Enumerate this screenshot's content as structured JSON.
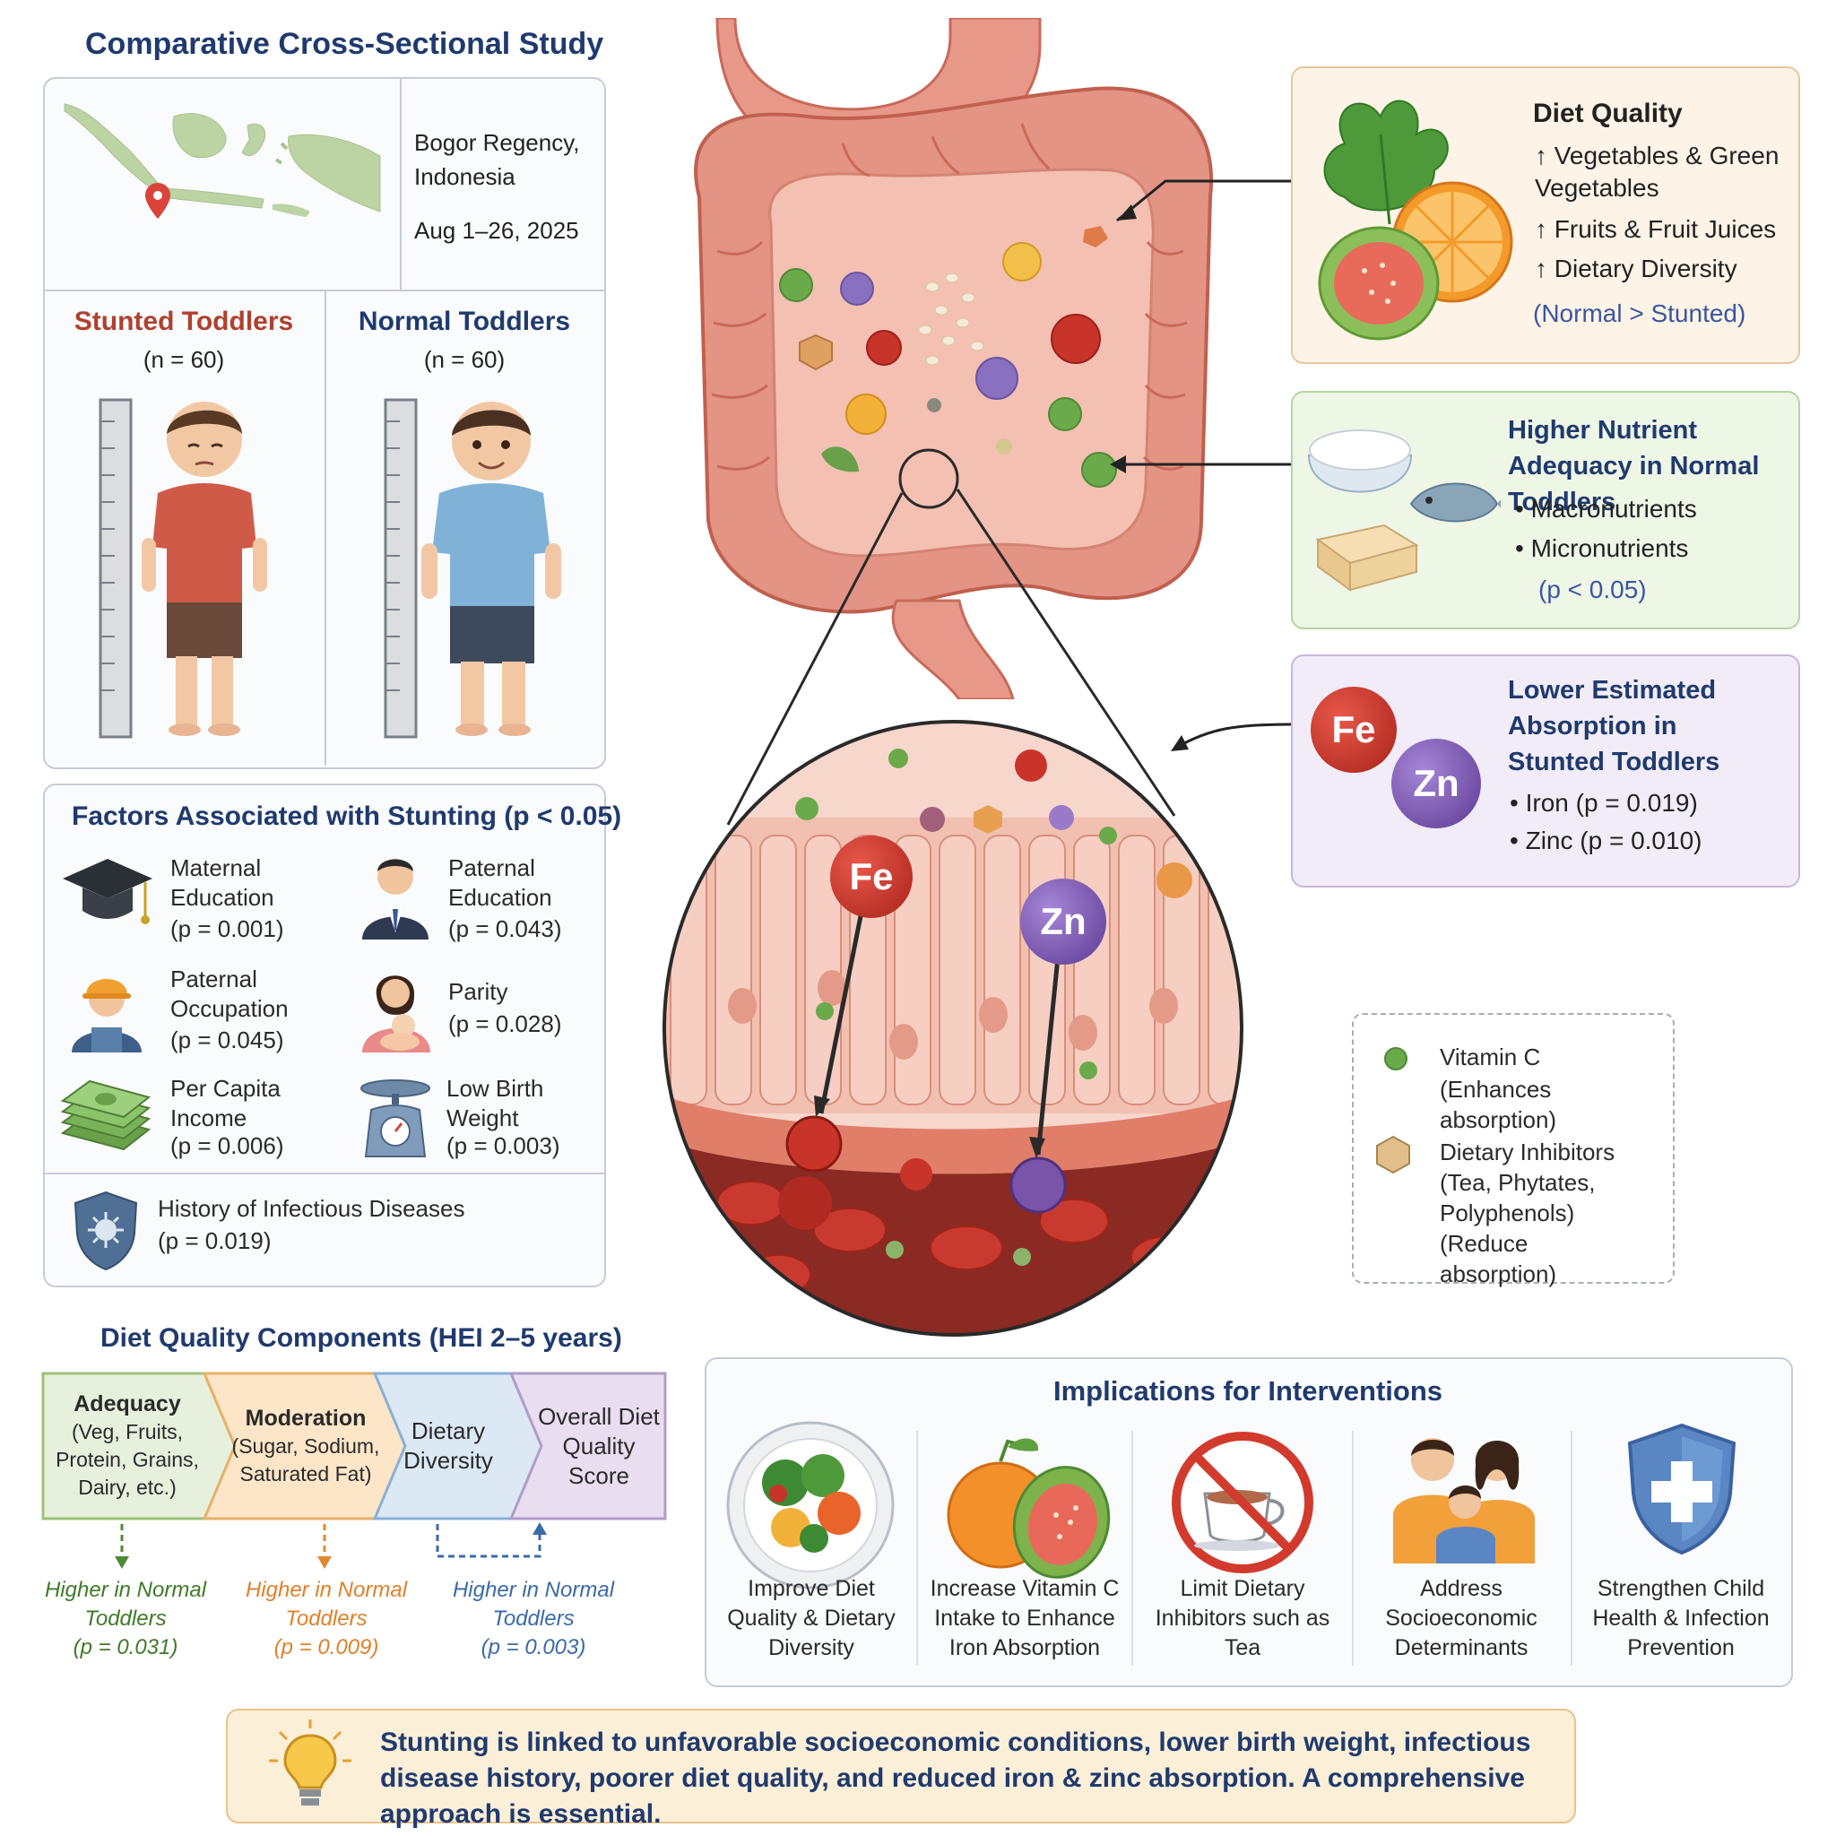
{
  "study": {
    "title": "Comparative Cross-Sectional Study",
    "location": "Bogor Regency, Indonesia",
    "dates": "Aug 1–26, 2025",
    "stunted_label": "Stunted Toddlers",
    "stunted_n": "(n = 60)",
    "normal_label": "Normal Toddlers",
    "normal_n": "(n = 60)"
  },
  "factors": {
    "title": "Factors Associated with Stunting (p < 0.05)",
    "items": [
      {
        "name": "Maternal Education",
        "p": "(p = 0.001)",
        "icon": "graduation-cap-icon"
      },
      {
        "name": "Paternal Education",
        "p": "(p = 0.043)",
        "icon": "man-suit-icon"
      },
      {
        "name": "Paternal Occupation",
        "p": "(p = 0.045)",
        "icon": "worker-icon"
      },
      {
        "name": "Parity",
        "p": "(p = 0.028)",
        "icon": "mother-baby-icon"
      },
      {
        "name": "Per Capita Income",
        "p": "(p = 0.006)",
        "icon": "money-icon"
      },
      {
        "name": "Low Birth Weight",
        "p": "(p = 0.003)",
        "icon": "scale-icon"
      },
      {
        "name": "History of Infectious Diseases",
        "p": "(p = 0.019)",
        "icon": "virus-shield-icon"
      }
    ]
  },
  "diet_quality_box": {
    "title": "Diet Quality",
    "items": [
      "↑ Vegetables & Green Vegetables",
      "↑ Fruits & Fruit Juices",
      "↑ Dietary Diversity"
    ],
    "note": "(Normal > Stunted)"
  },
  "nutrient_box": {
    "title": "Higher Nutrient Adequacy in Normal Toddlers",
    "items": [
      "Macronutrients",
      "Micronutrients"
    ],
    "note": "(p < 0.05)"
  },
  "absorption_box": {
    "title": "Lower Estimated Absorption in Stunted Toddlers",
    "items": [
      "Iron (p = 0.019)",
      "Zinc (p = 0.010)"
    ],
    "fe": "Fe",
    "zn": "Zn"
  },
  "legend": {
    "vitc_title": "Vitamin C",
    "vitc_desc": "(Enhances absorption)",
    "inhib_title": "Dietary Inhibitors",
    "inhib_desc": "(Tea, Phytates, Polyphenols) (Reduce absorption)"
  },
  "hei": {
    "title": "Diet Quality Components (HEI 2–5 years)",
    "components": [
      {
        "label": "Adequacy",
        "sub": "(Veg, Fruits, Protein, Grains, Dairy, etc.)"
      },
      {
        "label": "Moderation",
        "sub": "(Sugar, Sodium, Saturated Fat)"
      },
      {
        "label": "Dietary Diversity",
        "sub": ""
      },
      {
        "label": "Overall Diet Quality Score",
        "sub": ""
      }
    ],
    "findings": [
      {
        "text": "Higher in Normal Toddlers",
        "p": "(p = 0.031)"
      },
      {
        "text": "Higher in Normal Toddlers",
        "p": "(p = 0.009)"
      },
      {
        "text": "Higher in Normal Toddlers",
        "p": "(p = 0.003)"
      }
    ]
  },
  "implications": {
    "title": "Implications for Interventions",
    "items": [
      "Improve Diet Quality & Dietary Diversity",
      "Increase Vitamin C Intake to Enhance Iron Absorption",
      "Limit Dietary Inhibitors such as Tea",
      "Address Socioeconomic Determinants",
      "Strengthen Child Health & Infection Prevention"
    ]
  },
  "conclusion": "Stunting is linked to unfavorable socioeconomic conditions, lower birth weight, infectious disease history, poorer diet quality, and reduced iron & zinc absorption. A comprehensive approach is essential.",
  "colors": {
    "navy": "#1f3a6e",
    "stunted_red": "#b0402e",
    "adequacy_green": "#e6f0dc",
    "moderation_orange": "#fde6c8",
    "diversity_blue": "#dce9f5",
    "overall_purple": "#e8def0"
  }
}
